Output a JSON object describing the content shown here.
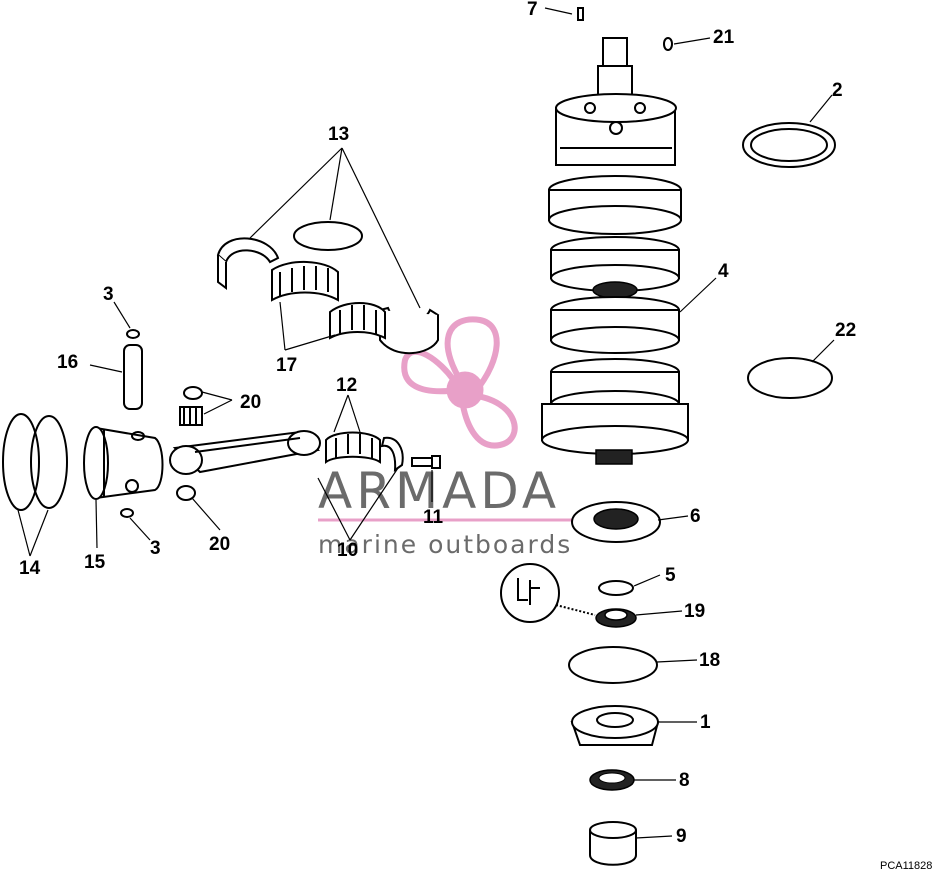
{
  "diagram": {
    "drawing_code": "PCA11828",
    "watermark": {
      "brand": "ARMADA",
      "tagline": "marine outboards",
      "color": "#e8a0c8"
    },
    "callouts": {
      "c7": "7",
      "c21": "21",
      "c2": "2",
      "c13": "13",
      "c4": "4",
      "c3a": "3",
      "c16": "16",
      "c20a": "20",
      "c12": "12",
      "c22": "22",
      "c17": "17",
      "c11": "11",
      "c6": "6",
      "c14": "14",
      "c15": "15",
      "c3b": "3",
      "c20b": "20",
      "c10": "10",
      "c5": "5",
      "c19": "19",
      "c18": "18",
      "c1": "1",
      "c8": "8",
      "c9": "9"
    }
  }
}
